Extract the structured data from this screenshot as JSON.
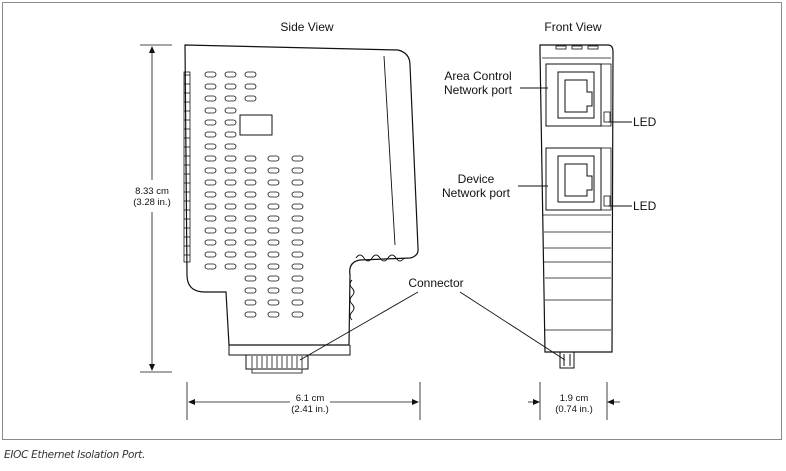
{
  "side_view": {
    "title": "Side View",
    "height_dimension": {
      "metric": "8.33 cm",
      "imperial": "(3.28 in.)"
    },
    "width_dimension": {
      "metric": "6.1 cm",
      "imperial": "(2.41 in.)"
    }
  },
  "front_view": {
    "title": "Front View",
    "width_dimension": {
      "metric": "1.9 cm",
      "imperial": "(0.74 in.)"
    },
    "ports": [
      {
        "label_line1": "Area Control",
        "label_line2": "Network port",
        "led_label": "LED"
      },
      {
        "label_line1": "Device",
        "label_line2": "Network port",
        "led_label": "LED"
      }
    ]
  },
  "connector_label": "Connector",
  "caption": "EIOC Ethernet Isolation Port."
}
